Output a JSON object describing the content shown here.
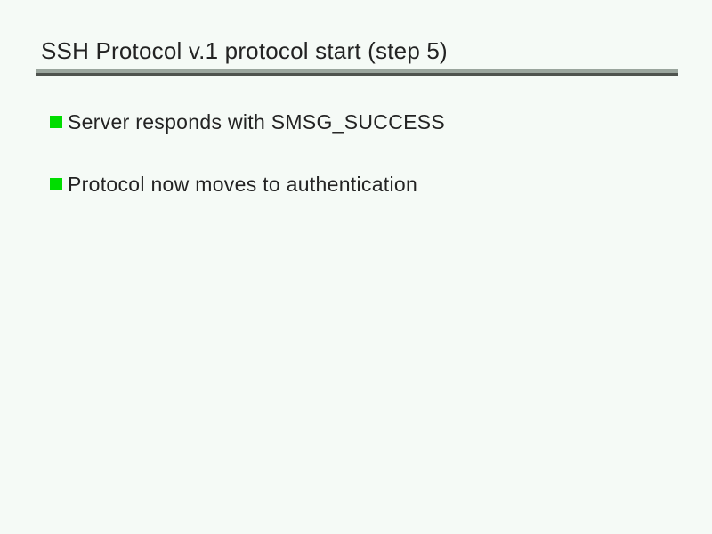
{
  "slide": {
    "title": "SSH Protocol v.1 protocol start (step 5)",
    "bullets": [
      {
        "marker": "green-square",
        "text": "Server responds with SMSG_SUCCESS"
      },
      {
        "marker": "green-square",
        "text": "Protocol now moves to authentication"
      }
    ],
    "colors": {
      "background": "#f5faf6",
      "text": "#232323",
      "marker": "#00dd00",
      "rule_light": "#9aa59d",
      "rule_dark": "#4e534e"
    }
  }
}
